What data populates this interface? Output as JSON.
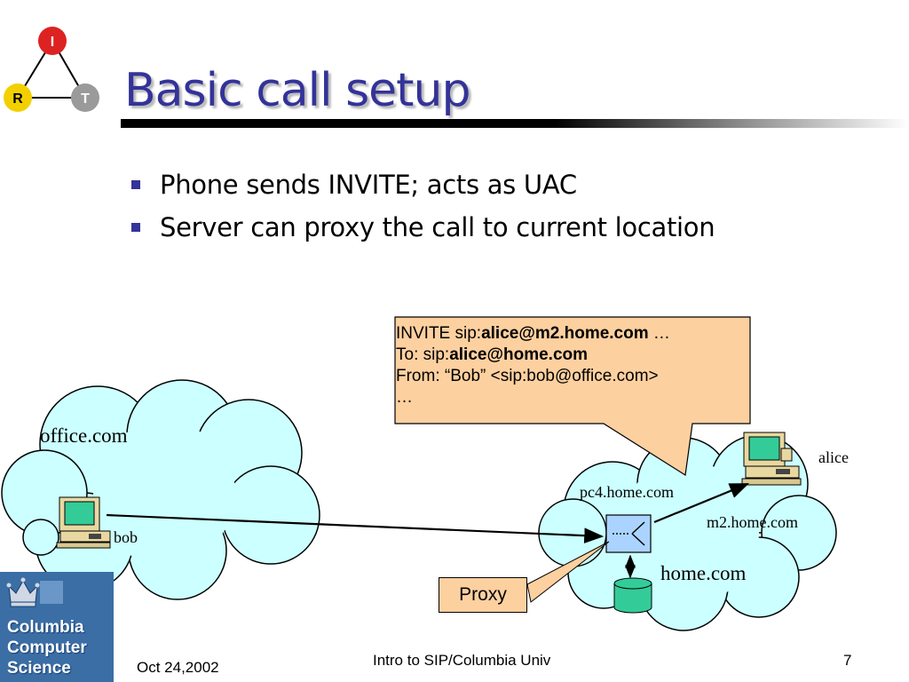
{
  "slide": {
    "title": "Basic call setup",
    "bullets": [
      "Phone sends INVITE; acts as UAC",
      "Server can proxy the call to current location"
    ]
  },
  "logo": {
    "nodes": [
      "I",
      "R",
      "T"
    ],
    "colors": {
      "I": "#dd2222",
      "R": "#f2d000",
      "T": "#9a9a9a"
    }
  },
  "diagram": {
    "callout": {
      "line1_prefix": "INVITE sip:",
      "line1_bold": "alice@m2.home.com",
      "line1_suffix": " …",
      "line2_prefix": "To: sip:",
      "line2_bold": "alice@home.com",
      "line3": "From: “Bob” <sip:bob@office.com>",
      "line4": "…"
    },
    "office_label": "office.com",
    "bob_label": "bob",
    "home_label": "home.com",
    "pc4_label": "pc4.home.com",
    "m2_label": "m2.home.com",
    "alice_label": "alice",
    "proxy_label": "Proxy",
    "colors": {
      "cloud": "#ccffff",
      "callout": "#fdd0a0",
      "server": "#aad4ff",
      "database": "#33cc99"
    }
  },
  "footer": {
    "date": "Oct 24,2002",
    "center": "Intro to SIP/Columbia Univ",
    "page": "7"
  },
  "university_logo": {
    "lines": [
      "Columbia",
      "Computer",
      "Science"
    ],
    "icon": "crown-icon",
    "color": "#3a6ea5"
  }
}
